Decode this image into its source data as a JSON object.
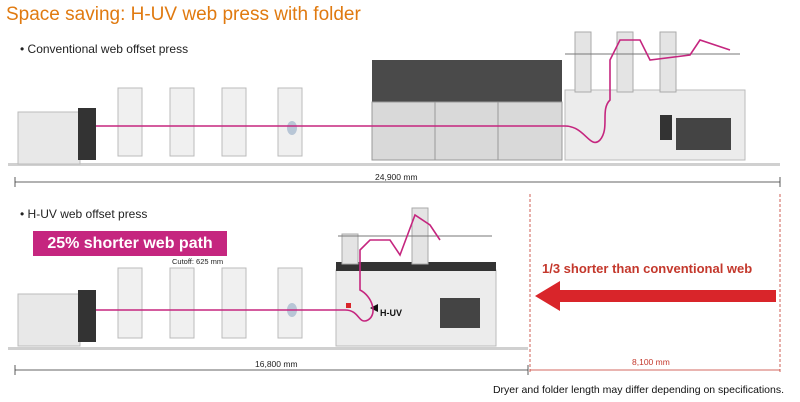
{
  "title": "Space saving: H-UV web press with folder",
  "conventional": {
    "label": "• Conventional web offset press",
    "length": "24,900 mm"
  },
  "huv": {
    "label": "• H-UV web offset press",
    "badge": "25% shorter web path",
    "cutoff": "Cutoff: 625 mm",
    "unit_label": "H-UV",
    "length": "16,800 mm",
    "saving": "8,100 mm",
    "saving_label": "1/3 shorter than conventional web"
  },
  "footnote": "Dryer and folder length may differ depending on specifications.",
  "colors": {
    "title": "#e07a10",
    "web_path": "#c5267f",
    "saving": "#c4382c"
  }
}
